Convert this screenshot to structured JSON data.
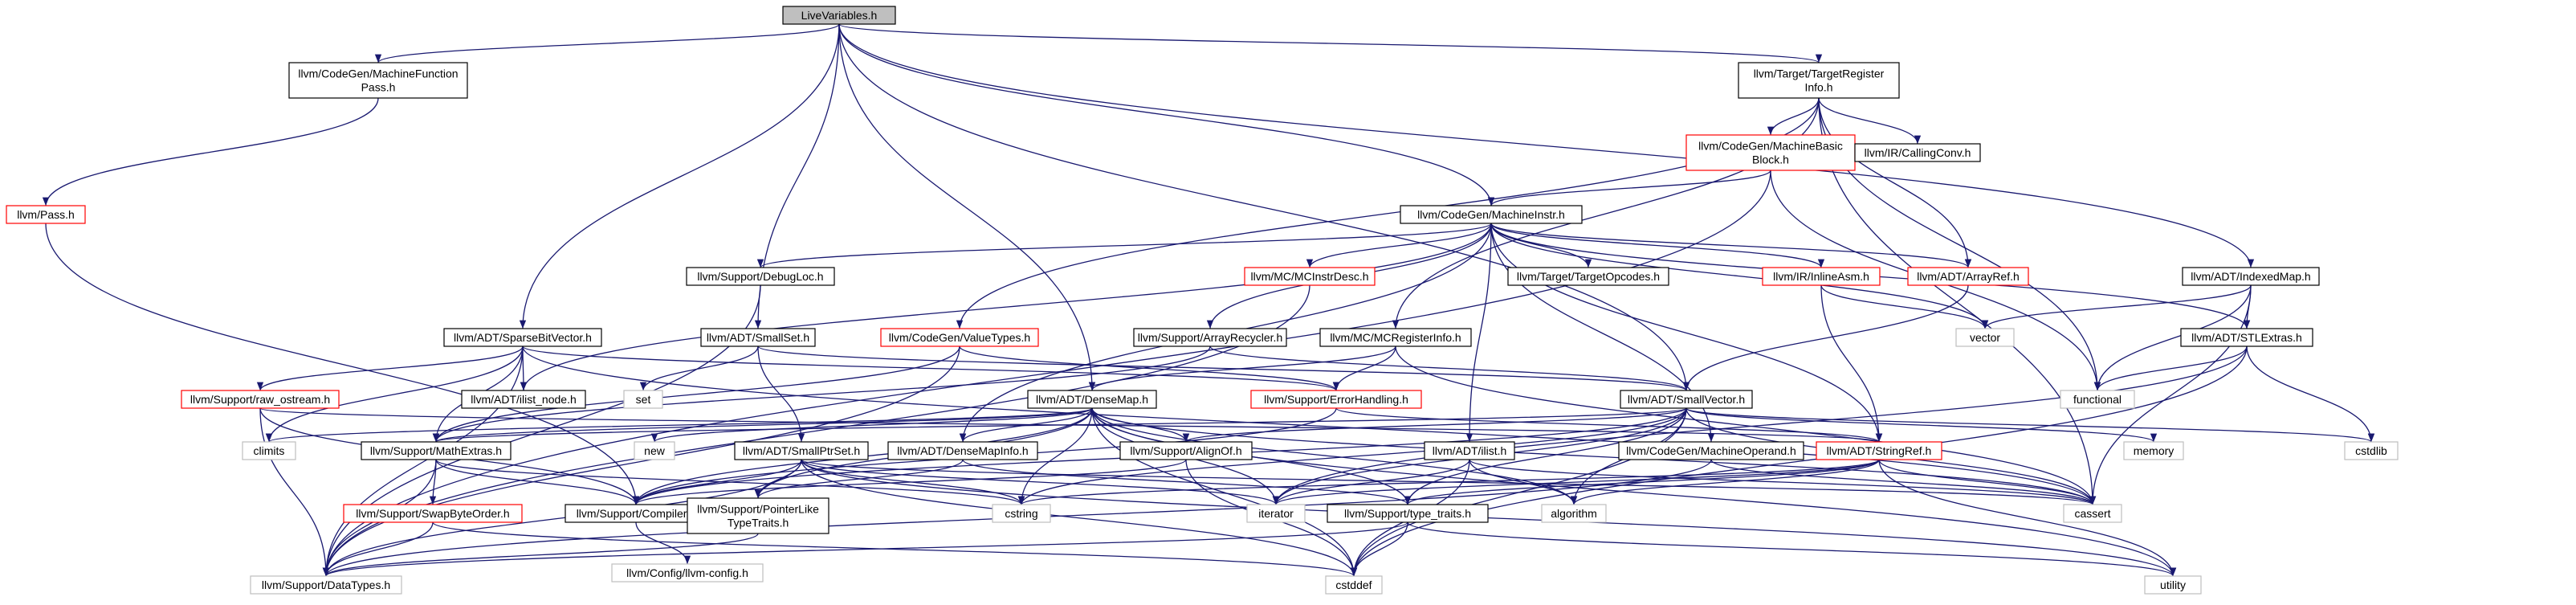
{
  "colors": {
    "root_fill": "#bfbfbf",
    "normal_border": "#000000",
    "truncated_border": "#ff0000",
    "system_border": "#bfbfbf",
    "edge": "#191970",
    "background": "#ffffff"
  },
  "nodes": [
    {
      "id": "livevariables",
      "lines": [
        "LiveVariables.h"
      ],
      "kind": "root"
    },
    {
      "id": "machinefunctionpass",
      "lines": [
        "llvm/CodeGen/MachineFunction",
        "Pass.h"
      ],
      "kind": "normal"
    },
    {
      "id": "targetregisterinfo",
      "lines": [
        "llvm/Target/TargetRegister",
        "Info.h"
      ],
      "kind": "normal"
    },
    {
      "id": "pass",
      "lines": [
        "llvm/Pass.h"
      ],
      "kind": "truncated"
    },
    {
      "id": "machinebasicblock",
      "lines": [
        "llvm/CodeGen/MachineBasic",
        "Block.h"
      ],
      "kind": "truncated"
    },
    {
      "id": "callingconv",
      "lines": [
        "llvm/IR/CallingConv.h"
      ],
      "kind": "normal"
    },
    {
      "id": "machineinstr",
      "lines": [
        "llvm/CodeGen/MachineInstr.h"
      ],
      "kind": "normal"
    },
    {
      "id": "indexedmap",
      "lines": [
        "llvm/ADT/IndexedMap.h"
      ],
      "kind": "normal"
    },
    {
      "id": "debugloc",
      "lines": [
        "llvm/Support/DebugLoc.h"
      ],
      "kind": "normal"
    },
    {
      "id": "mcinstrdesc",
      "lines": [
        "llvm/MC/MCInstrDesc.h"
      ],
      "kind": "truncated"
    },
    {
      "id": "targetopcodes",
      "lines": [
        "llvm/Target/TargetOpcodes.h"
      ],
      "kind": "normal"
    },
    {
      "id": "inlineasm",
      "lines": [
        "llvm/IR/InlineAsm.h"
      ],
      "kind": "truncated"
    },
    {
      "id": "arrayref",
      "lines": [
        "llvm/ADT/ArrayRef.h"
      ],
      "kind": "truncated"
    },
    {
      "id": "vector",
      "lines": [
        "vector"
      ],
      "kind": "system"
    },
    {
      "id": "sparsebitvector",
      "lines": [
        "llvm/ADT/SparseBitVector.h"
      ],
      "kind": "normal"
    },
    {
      "id": "smallset",
      "lines": [
        "llvm/ADT/SmallSet.h"
      ],
      "kind": "normal"
    },
    {
      "id": "valuetypes",
      "lines": [
        "llvm/CodeGen/ValueTypes.h"
      ],
      "kind": "truncated"
    },
    {
      "id": "arrayrecycler",
      "lines": [
        "llvm/Support/ArrayRecycler.h"
      ],
      "kind": "normal"
    },
    {
      "id": "mcregisterinfo",
      "lines": [
        "llvm/MC/MCRegisterInfo.h"
      ],
      "kind": "normal"
    },
    {
      "id": "stlextras",
      "lines": [
        "llvm/ADT/STLExtras.h"
      ],
      "kind": "normal"
    },
    {
      "id": "functional",
      "lines": [
        "functional"
      ],
      "kind": "system"
    },
    {
      "id": "rawostream",
      "lines": [
        "llvm/Support/raw_ostream.h"
      ],
      "kind": "truncated"
    },
    {
      "id": "listnode",
      "lines": [
        "llvm/ADT/ilist_node.h"
      ],
      "kind": "normal"
    },
    {
      "id": "set",
      "lines": [
        "set"
      ],
      "kind": "system"
    },
    {
      "id": "densemap",
      "lines": [
        "llvm/ADT/DenseMap.h"
      ],
      "kind": "normal"
    },
    {
      "id": "errorhandling",
      "lines": [
        "llvm/Support/ErrorHandling.h"
      ],
      "kind": "truncated"
    },
    {
      "id": "smallvector",
      "lines": [
        "llvm/ADT/SmallVector.h"
      ],
      "kind": "normal"
    },
    {
      "id": "climits",
      "lines": [
        "climits"
      ],
      "kind": "system"
    },
    {
      "id": "new",
      "lines": [
        "new"
      ],
      "kind": "system"
    },
    {
      "id": "mathextras",
      "lines": [
        "llvm/Support/MathExtras.h"
      ],
      "kind": "normal"
    },
    {
      "id": "smallptrset",
      "lines": [
        "llvm/ADT/SmallPtrSet.h"
      ],
      "kind": "normal"
    },
    {
      "id": "densemapinfo",
      "lines": [
        "llvm/ADT/DenseMapInfo.h"
      ],
      "kind": "normal"
    },
    {
      "id": "alignof",
      "lines": [
        "llvm/Support/AlignOf.h"
      ],
      "kind": "normal"
    },
    {
      "id": "ilist",
      "lines": [
        "llvm/ADT/ilist.h"
      ],
      "kind": "normal"
    },
    {
      "id": "machineoperand",
      "lines": [
        "llvm/CodeGen/MachineOperand.h"
      ],
      "kind": "normal"
    },
    {
      "id": "stringref",
      "lines": [
        "llvm/ADT/StringRef.h"
      ],
      "kind": "truncated"
    },
    {
      "id": "memory",
      "lines": [
        "memory"
      ],
      "kind": "system"
    },
    {
      "id": "cstdlib",
      "lines": [
        "cstdlib"
      ],
      "kind": "system"
    },
    {
      "id": "swapbyteorder",
      "lines": [
        "llvm/Support/SwapByteOrder.h"
      ],
      "kind": "truncated"
    },
    {
      "id": "compiler",
      "lines": [
        "llvm/Support/Compiler.h"
      ],
      "kind": "normal"
    },
    {
      "id": "pointerliketypetraits",
      "lines": [
        "llvm/Support/PointerLike",
        "TypeTraits.h"
      ],
      "kind": "normal"
    },
    {
      "id": "cstring",
      "lines": [
        "cstring"
      ],
      "kind": "system"
    },
    {
      "id": "iterator",
      "lines": [
        "iterator"
      ],
      "kind": "system"
    },
    {
      "id": "typetraits",
      "lines": [
        "llvm/Support/type_traits.h"
      ],
      "kind": "normal"
    },
    {
      "id": "algorithm",
      "lines": [
        "algorithm"
      ],
      "kind": "system"
    },
    {
      "id": "cassert",
      "lines": [
        "cassert"
      ],
      "kind": "system"
    },
    {
      "id": "datatypes",
      "lines": [
        "llvm/Support/DataTypes.h"
      ],
      "kind": "system"
    },
    {
      "id": "llvmconfig",
      "lines": [
        "llvm/Config/llvm-config.h"
      ],
      "kind": "system"
    },
    {
      "id": "cstddef",
      "lines": [
        "cstddef"
      ],
      "kind": "system"
    },
    {
      "id": "utility",
      "lines": [
        "utility"
      ],
      "kind": "system"
    }
  ],
  "edges": [
    [
      "livevariables",
      "machinefunctionpass"
    ],
    [
      "livevariables",
      "targetregisterinfo"
    ],
    [
      "livevariables",
      "machineinstr"
    ],
    [
      "livevariables",
      "indexedmap"
    ],
    [
      "livevariables",
      "sparsebitvector"
    ],
    [
      "livevariables",
      "smallset"
    ],
    [
      "livevariables",
      "smallvector"
    ],
    [
      "livevariables",
      "densemap"
    ],
    [
      "machinefunctionpass",
      "pass"
    ],
    [
      "pass",
      "compiler"
    ],
    [
      "targetregisterinfo",
      "machinebasicblock"
    ],
    [
      "targetregisterinfo",
      "callingconv"
    ],
    [
      "targetregisterinfo",
      "arrayref"
    ],
    [
      "targetregisterinfo",
      "valuetypes"
    ],
    [
      "targetregisterinfo",
      "mcregisterinfo"
    ],
    [
      "targetregisterinfo",
      "functional"
    ],
    [
      "targetregisterinfo",
      "cassert"
    ],
    [
      "machinebasicblock",
      "machineinstr"
    ],
    [
      "machinebasicblock",
      "datatypes"
    ],
    [
      "machinebasicblock",
      "functional"
    ],
    [
      "machineinstr",
      "debugloc"
    ],
    [
      "machineinstr",
      "mcinstrdesc"
    ],
    [
      "machineinstr",
      "targetopcodes"
    ],
    [
      "machineinstr",
      "inlineasm"
    ],
    [
      "machineinstr",
      "arrayref"
    ],
    [
      "machineinstr",
      "arrayrecycler"
    ],
    [
      "machineinstr",
      "stlextras"
    ],
    [
      "machineinstr",
      "listnode"
    ],
    [
      "machineinstr",
      "densemapinfo"
    ],
    [
      "machineinstr",
      "ilist"
    ],
    [
      "machineinstr",
      "machineoperand"
    ],
    [
      "machineinstr",
      "stringref"
    ],
    [
      "machineinstr",
      "vector"
    ],
    [
      "indexedmap",
      "stlextras"
    ],
    [
      "indexedmap",
      "vector"
    ],
    [
      "indexedmap",
      "functional"
    ],
    [
      "indexedmap",
      "cassert"
    ],
    [
      "debugloc",
      "datatypes"
    ],
    [
      "mcinstrdesc",
      "datatypes"
    ],
    [
      "inlineasm",
      "stringref"
    ],
    [
      "inlineasm",
      "vector"
    ],
    [
      "arrayref",
      "smallvector"
    ],
    [
      "arrayrecycler",
      "smallvector"
    ],
    [
      "arrayrecycler",
      "mathextras"
    ],
    [
      "mcregisterinfo",
      "densemap"
    ],
    [
      "mcregisterinfo",
      "errorhandling"
    ],
    [
      "mcregisterinfo",
      "cassert"
    ],
    [
      "stlextras",
      "functional"
    ],
    [
      "stlextras",
      "cstdlib"
    ],
    [
      "stlextras",
      "cstddef"
    ],
    [
      "stlextras",
      "iterator"
    ],
    [
      "sparsebitvector",
      "rawostream"
    ],
    [
      "sparsebitvector",
      "listnode"
    ],
    [
      "sparsebitvector",
      "errorhandling"
    ],
    [
      "sparsebitvector",
      "mathextras"
    ],
    [
      "sparsebitvector",
      "datatypes"
    ],
    [
      "sparsebitvector",
      "climits"
    ],
    [
      "sparsebitvector",
      "cassert"
    ],
    [
      "smallset",
      "smallptrset"
    ],
    [
      "smallset",
      "smallvector"
    ],
    [
      "smallset",
      "set"
    ],
    [
      "valuetypes",
      "errorhandling"
    ],
    [
      "valuetypes",
      "mathextras"
    ],
    [
      "valuetypes",
      "datatypes"
    ],
    [
      "rawostream",
      "compiler"
    ],
    [
      "rawostream",
      "datatypes"
    ],
    [
      "rawostream",
      "stringref"
    ],
    [
      "densemap",
      "densemapinfo"
    ],
    [
      "densemap",
      "alignof"
    ],
    [
      "densemap",
      "mathextras"
    ],
    [
      "densemap",
      "compiler"
    ],
    [
      "densemap",
      "pointerliketypetraits"
    ],
    [
      "densemap",
      "typetraits"
    ],
    [
      "densemap",
      "algorithm"
    ],
    [
      "densemap",
      "cassert"
    ],
    [
      "densemap",
      "cstddef"
    ],
    [
      "densemap",
      "cstring"
    ],
    [
      "densemap",
      "iterator"
    ],
    [
      "densemap",
      "new"
    ],
    [
      "densemap",
      "utility"
    ],
    [
      "densemap",
      "climits"
    ],
    [
      "errorhandling",
      "compiler"
    ],
    [
      "errorhandling",
      "stringref"
    ],
    [
      "smallvector",
      "alignof"
    ],
    [
      "smallvector",
      "compiler"
    ],
    [
      "smallvector",
      "mathextras"
    ],
    [
      "smallvector",
      "typetraits"
    ],
    [
      "smallvector",
      "algorithm"
    ],
    [
      "smallvector",
      "cassert"
    ],
    [
      "smallvector",
      "cstddef"
    ],
    [
      "smallvector",
      "cstdlib"
    ],
    [
      "smallvector",
      "cstring"
    ],
    [
      "smallvector",
      "iterator"
    ],
    [
      "smallvector",
      "memory"
    ],
    [
      "mathextras",
      "swapbyteorder"
    ],
    [
      "mathextras",
      "compiler"
    ],
    [
      "mathextras",
      "cstring"
    ],
    [
      "mathextras",
      "datatypes"
    ],
    [
      "smallptrset",
      "compiler"
    ],
    [
      "smallptrset",
      "datatypes"
    ],
    [
      "smallptrset",
      "pointerliketypetraits"
    ],
    [
      "smallptrset",
      "cassert"
    ],
    [
      "smallptrset",
      "cstddef"
    ],
    [
      "smallptrset",
      "cstring"
    ],
    [
      "smallptrset",
      "iterator"
    ],
    [
      "smallptrset",
      "utility"
    ],
    [
      "densemapinfo",
      "pointerliketypetraits"
    ],
    [
      "densemapinfo",
      "typetraits"
    ],
    [
      "alignof",
      "compiler"
    ],
    [
      "alignof",
      "cstddef"
    ],
    [
      "ilist",
      "algorithm"
    ],
    [
      "ilist",
      "cassert"
    ],
    [
      "ilist",
      "cstddef"
    ],
    [
      "ilist",
      "iterator"
    ],
    [
      "machineoperand",
      "datatypes"
    ],
    [
      "machineoperand",
      "cassert"
    ],
    [
      "stringref",
      "typetraits"
    ],
    [
      "stringref",
      "algorithm"
    ],
    [
      "stringref",
      "cassert"
    ],
    [
      "stringref",
      "cstring"
    ],
    [
      "stringref",
      "utility"
    ],
    [
      "stringref",
      "iterator"
    ],
    [
      "swapbyteorder",
      "datatypes"
    ],
    [
      "swapbyteorder",
      "cstddef"
    ],
    [
      "compiler",
      "llvmconfig"
    ],
    [
      "pointerliketypetraits",
      "datatypes"
    ],
    [
      "typetraits",
      "datatypes"
    ],
    [
      "typetraits",
      "cstddef"
    ],
    [
      "typetraits",
      "utility"
    ]
  ]
}
